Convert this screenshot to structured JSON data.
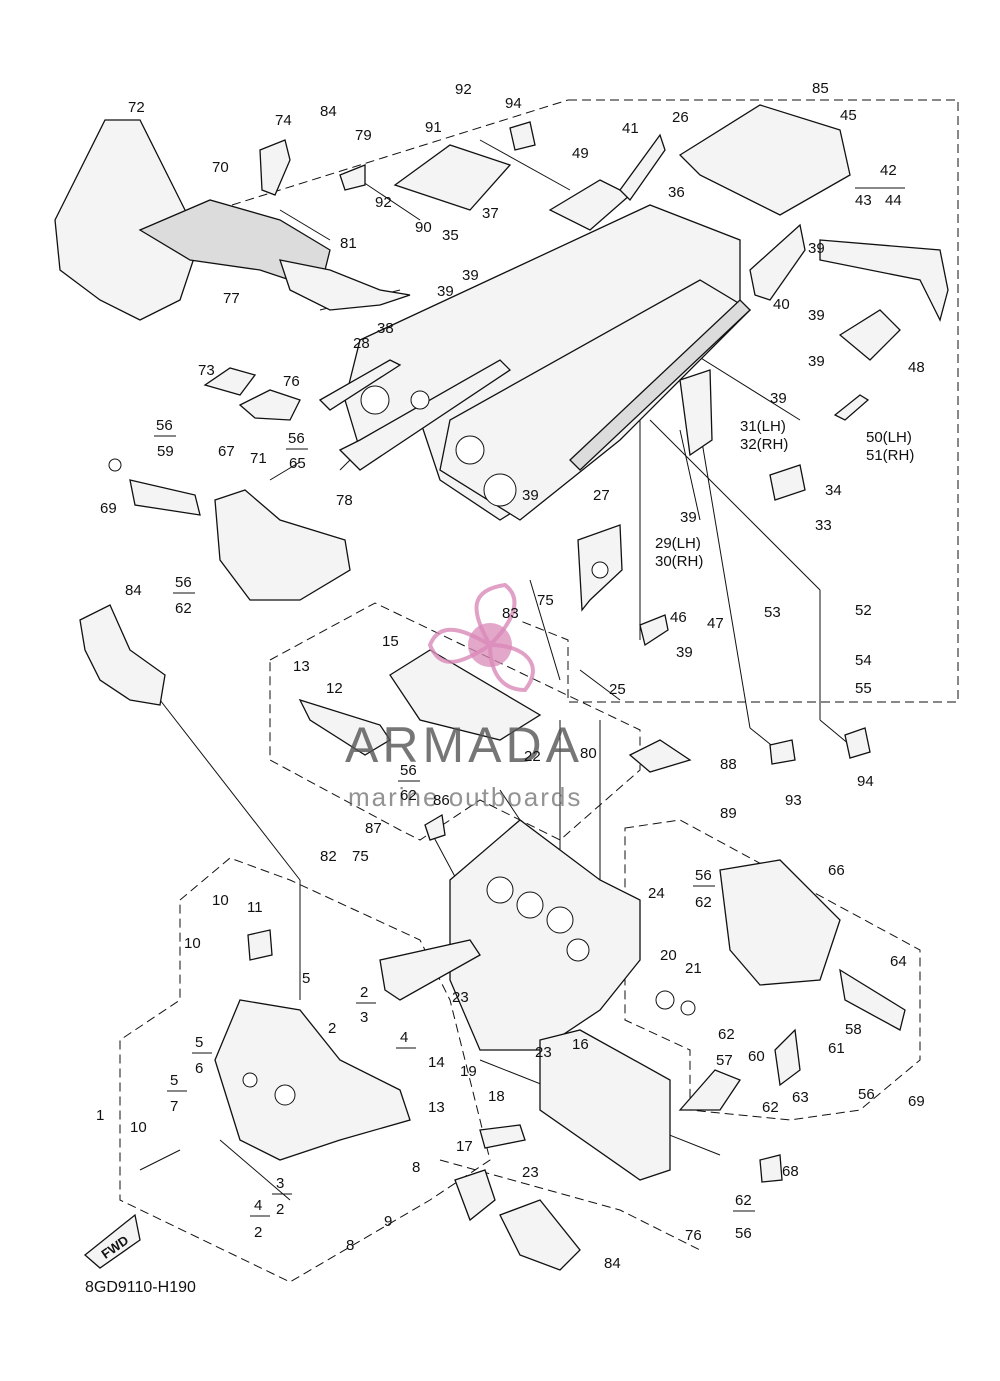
{
  "diagram_code": "8GD9110-H190",
  "fwd_label": "FWD",
  "watermark": {
    "brand": "ARMADA",
    "tagline": "marine outboards",
    "color": "#d98ab8"
  },
  "labels": {
    "l72": "72",
    "l74": "74",
    "l84a": "84",
    "l79": "79",
    "l92a": "92",
    "l91": "91",
    "l94a": "94",
    "l85": "85",
    "l45": "45",
    "l26": "26",
    "l41": "41",
    "l49": "49",
    "l42": "42",
    "l43": "43",
    "l44": "44",
    "l70": "70",
    "l92b": "92",
    "l90": "90",
    "l35": "35",
    "l37": "37",
    "l36": "36",
    "l81": "81",
    "l39a": "39",
    "l39b": "39",
    "l39c": "39",
    "l39d": "39",
    "l40": "40",
    "l39e": "39",
    "l39f": "39",
    "l48": "48",
    "l77": "77",
    "l38": "38",
    "l28": "28",
    "l73": "73",
    "l76a": "76",
    "l39g": "39",
    "l31": "31(LH)",
    "l32": "32(RH)",
    "l50": "50(LH)",
    "l51": "51(RH)",
    "l71": "71",
    "l56a": "56",
    "l59": "59",
    "l67": "67",
    "l56b": "56",
    "l65": "65",
    "l69a": "69",
    "l78": "78",
    "l34": "34",
    "l27": "27",
    "l39h": "39",
    "l33": "33",
    "l39i": "39",
    "l29": "29(LH)",
    "l30": "30(RH)",
    "l56c": "56",
    "l62a": "62",
    "l84b": "84",
    "l75a": "75",
    "l83": "83",
    "l47": "47",
    "l53": "53",
    "l52": "52",
    "l46": "46",
    "l39j": "39",
    "l54": "54",
    "l55": "55",
    "l13a": "13",
    "l15": "15",
    "l12": "12",
    "l25": "25",
    "l22": "22",
    "l80": "80",
    "l88": "88",
    "l94b": "94",
    "l56d": "56",
    "l62b": "62",
    "l86": "86",
    "l93": "93",
    "l89": "89",
    "l87": "87",
    "l82": "82",
    "l75b": "75",
    "l66": "66",
    "l56e": "56",
    "l62c": "62",
    "l10a": "10",
    "l11": "11",
    "l24": "24",
    "l10b": "10",
    "l20": "20",
    "l21": "21",
    "l64": "64",
    "l5a": "5",
    "l2a": "2",
    "l3a": "3",
    "l23a": "23",
    "l58": "58",
    "l2b": "2",
    "l4a": "4",
    "l14": "14",
    "l62d": "62",
    "l61": "61",
    "l5b": "5",
    "l6": "6",
    "l16": "16",
    "l23b": "23",
    "l57": "57",
    "l60": "60",
    "l19": "19",
    "l63": "63",
    "l56f": "56",
    "l69b": "69",
    "l5c": "5",
    "l7": "7",
    "l18": "18",
    "l13b": "13",
    "l62e": "62",
    "l1": "1",
    "l10c": "10",
    "l17": "17",
    "l23c": "23",
    "l68": "68",
    "l8a": "8",
    "l3b": "3",
    "l2c": "2",
    "l4b": "4",
    "l2d": "2",
    "l9": "9",
    "l62f": "62",
    "l76b": "76",
    "l56g": "56",
    "l8b": "8",
    "l84c": "84"
  }
}
